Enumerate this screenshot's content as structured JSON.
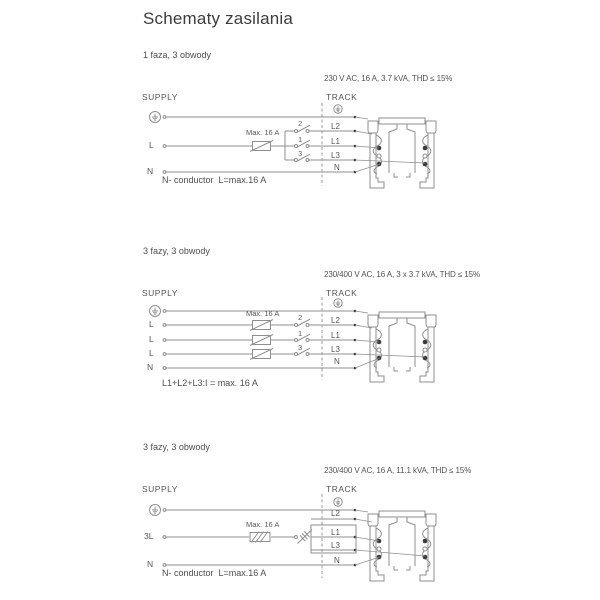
{
  "page": {
    "title": "Schematy zasilania"
  },
  "labels": {
    "supply": "SUPPLY",
    "track": "TRACK",
    "fuse": "Max. 16 A"
  },
  "colors": {
    "line": "#8f8f8f",
    "conductor_dot": "#3a3a3a",
    "text": "#565656"
  },
  "icons": [
    "ground-icon",
    "track-ground-icon",
    "fuse-symbol",
    "switch-symbol",
    "track-profile"
  ],
  "diagrams": [
    {
      "subtitle": "1 faza, 3 obwody",
      "spec": "230 V AC, 16 A, 3.7 kVA, THD ≤ 15%",
      "supply_lines": [
        "L",
        "N"
      ],
      "switch_numbers": [
        "2",
        "1",
        "3"
      ],
      "track_lines": [
        "L2",
        "L1",
        "L3",
        "N"
      ],
      "note": "N- conductor  L=max.16 A"
    },
    {
      "subtitle": "3 fazy, 3 obwody",
      "spec": "230/400 V AC, 16 A, 3 x 3.7 kVA, THD ≤ 15%",
      "supply_lines": [
        "L",
        "L",
        "L",
        "N"
      ],
      "switch_numbers": [
        "2",
        "1",
        "3"
      ],
      "track_lines": [
        "L2",
        "L1",
        "L3",
        "N"
      ],
      "note": "L1+L2+L3:I = max. 16 A"
    },
    {
      "subtitle": "3 fazy, 3 obwody",
      "spec": "230/400 V AC, 16 A, 11.1 kVA, THD ≤ 15%",
      "supply_lines": [
        "3L",
        "N"
      ],
      "switch_numbers": [],
      "track_lines": [
        "L2",
        "L1",
        "L3",
        "N"
      ],
      "note": "N- conductor  L=max.16 A"
    }
  ]
}
